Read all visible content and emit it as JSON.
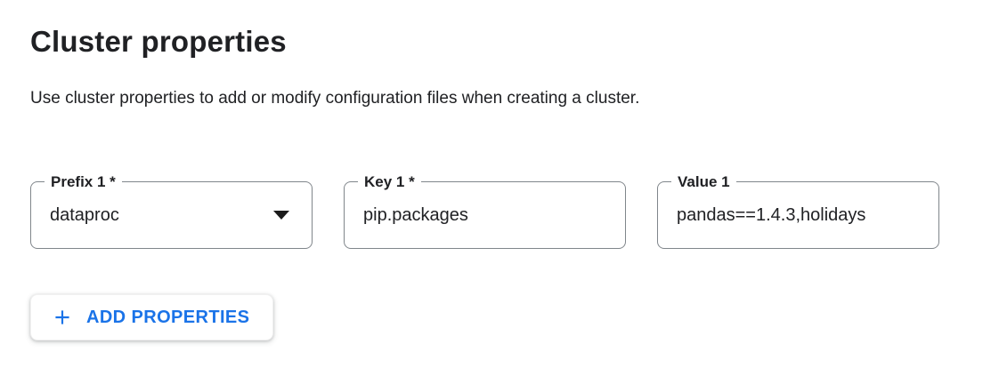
{
  "page": {
    "title": "Cluster properties",
    "description": "Use cluster properties to add or modify configuration files when creating a cluster."
  },
  "fields": {
    "prefix": {
      "label": "Prefix 1 *",
      "value": "dataproc"
    },
    "key": {
      "label": "Key 1 *",
      "value": "pip.packages"
    },
    "value": {
      "label": "Value 1",
      "value": "pandas==1.4.3,holidays"
    }
  },
  "buttons": {
    "add_properties": "ADD PROPERTIES"
  },
  "icons": {
    "dropdown_arrow": "caret-down",
    "plus": "plus"
  },
  "colors": {
    "accent_blue": "#1a73e8",
    "text_primary": "#202124",
    "field_border": "#80868b",
    "background": "#ffffff"
  }
}
